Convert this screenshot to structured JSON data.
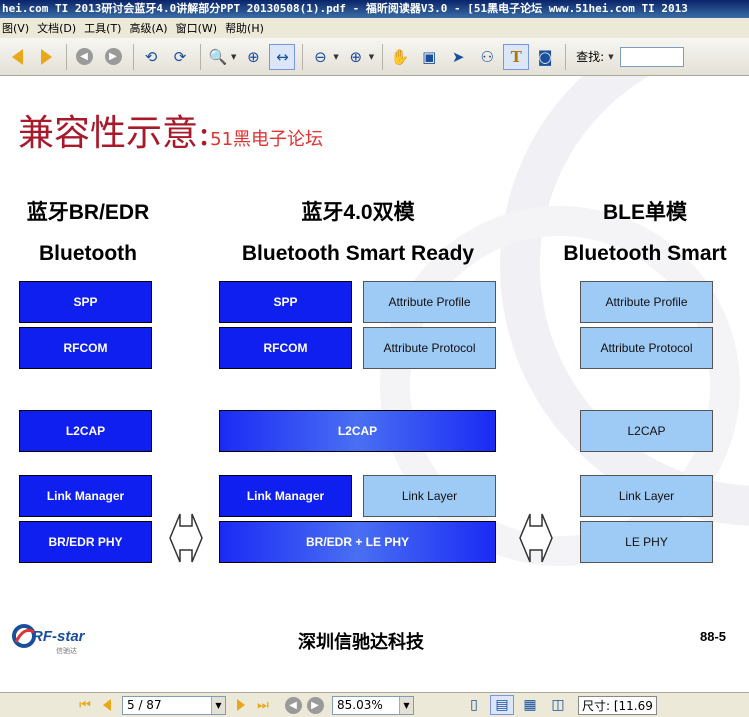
{
  "window": {
    "title": "hei.com TI 2013研讨会蓝牙4.0讲解部分PPT 20130508(1).pdf - 福昕阅读器V3.0 - [51黑电子论坛 www.51hei.com TI 2013"
  },
  "menu": [
    {
      "label": "图(V)"
    },
    {
      "label": "文档(D)"
    },
    {
      "label": "工具(T)"
    },
    {
      "label": "高级(A)"
    },
    {
      "label": "窗口(W)"
    },
    {
      "label": "帮助(H)"
    }
  ],
  "toolbar": {
    "find_label": "查找:"
  },
  "slide": {
    "title": "兼容性示意:",
    "title_sub": "51黑电子论坛",
    "columns": [
      {
        "line1": "蓝牙BR/EDR",
        "line2": "Bluetooth"
      },
      {
        "line1": "蓝牙4.0双模",
        "line2": "Bluetooth Smart Ready"
      },
      {
        "line1": "BLE单模",
        "line2": "Bluetooth Smart"
      }
    ],
    "blocks": {
      "br_spp": "SPP",
      "br_rfcom": "RFCOM",
      "br_l2cap": "L2CAP",
      "br_linkmgr": "Link Manager",
      "br_phy": "BR/EDR PHY",
      "dm_spp": "SPP",
      "dm_rfcom": "RFCOM",
      "dm_attr_profile": "Attribute Profile",
      "dm_attr_protocol": "Attribute Protocol",
      "dm_l2cap": "L2CAP",
      "dm_linkmgr": "Link Manager",
      "dm_linklayer": "Link Layer",
      "dm_phy": "BR/EDR + LE PHY",
      "ble_attr_profile": "Attribute Profile",
      "ble_attr_protocol": "Attribute Protocol",
      "ble_l2cap": "L2CAP",
      "ble_linklayer": "Link Layer",
      "ble_phy": "LE PHY"
    },
    "footer": "深圳信驰达科技",
    "page_label": "88-5",
    "logo_text": "RF-star",
    "logo_sub": "信驰达"
  },
  "status": {
    "page_value": "5 / 87",
    "zoom_value": "85.03%",
    "size_label": "尺寸: [11.69"
  },
  "colors": {
    "title_red": "#a8192a",
    "block_dark_blue": "#0f1ff0",
    "block_light_blue": "#9ecaf6"
  }
}
